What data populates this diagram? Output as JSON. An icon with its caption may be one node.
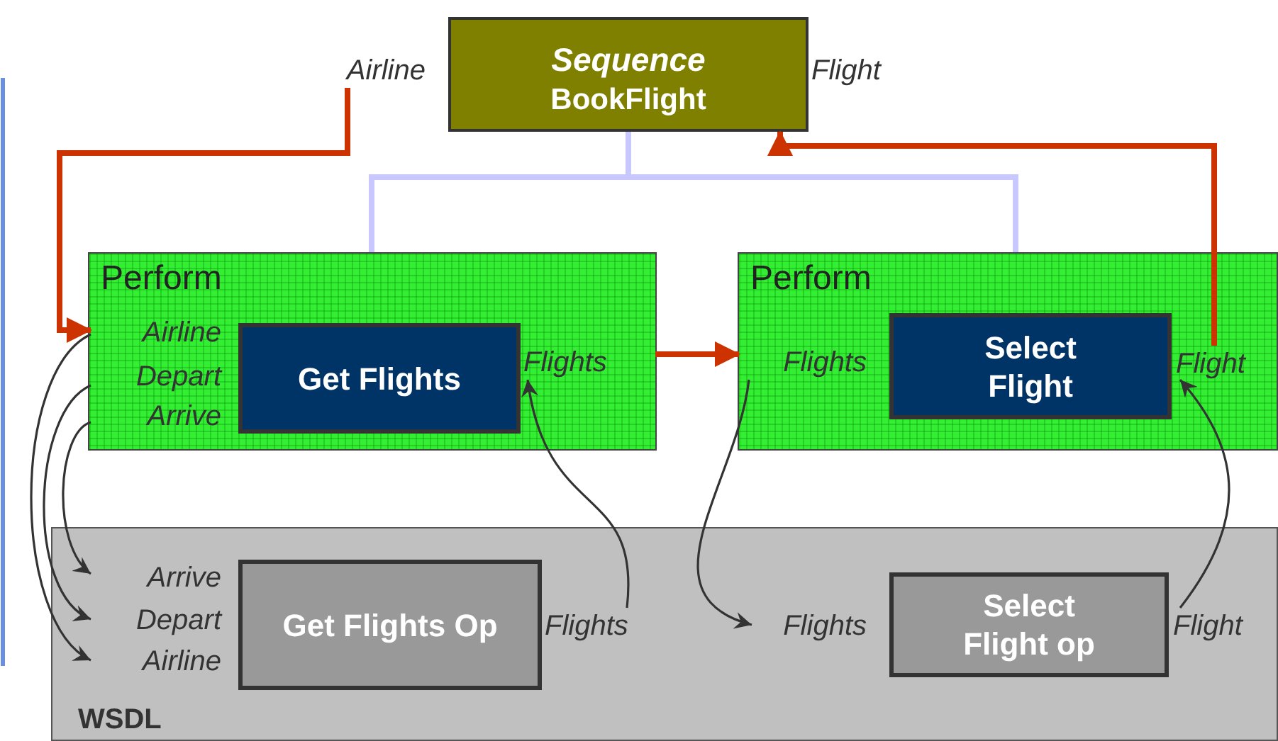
{
  "diagram": {
    "nodes": [
      {
        "text": [
          "Sequence",
          "BookFlight"
        ],
        "beside": [
          "Flight"
        ]
      },
      {
        "text": [
          "Airline"
        ]
      },
      {
        "text": [
          "Perform"
        ]
      },
      {
        "text": [
          "Airline"
        ],
        "in": 2
      },
      {
        "text": [
          "Depart"
        ],
        "in": 2
      },
      {
        "text": [
          "Arrive"
        ],
        "in": 2
      },
      {
        "text": [
          "Get Flights"
        ],
        "in": 2
      },
      {
        "text": [
          "Flights"
        ],
        "in": 2
      },
      {
        "text": [
          "Perform"
        ]
      },
      {
        "text": [
          "Flights"
        ],
        "in": 8
      },
      {
        "text": [
          "Select Flight"
        ],
        "in": 8
      },
      {
        "text": [
          "Flight"
        ],
        "in": 8
      },
      {
        "text": [
          "WSDL"
        ]
      },
      {
        "text": [
          "Arrive"
        ],
        "in": 12
      },
      {
        "text": [
          "Depart"
        ],
        "in": 12
      },
      {
        "text": [
          "Airline"
        ],
        "in": 12
      },
      {
        "text": [
          "Get Flights Op"
        ],
        "in": 12
      },
      {
        "text": [
          "Flights"
        ],
        "in": 12
      },
      {
        "text": [
          "Flights"
        ],
        "in": 12
      },
      {
        "text": [
          "Select Flight op"
        ],
        "in": 12
      },
      {
        "text": [
          "Flight"
        ],
        "in": 12
      }
    ],
    "edges": [
      {
        "from": 0,
        "to": 2,
        "arrow": "none",
        "style": "thick",
        "color": "#c8c8ff"
      },
      {
        "from": 0,
        "to": 8,
        "arrow": "none",
        "style": "thick",
        "color": "#c8c8ff"
      },
      {
        "from": 1,
        "to": 3,
        "arrow": "to",
        "style": "thick",
        "color": "#cc3300"
      },
      {
        "from": 7,
        "to": 9,
        "arrow": "to",
        "style": "thick",
        "color": "#cc3300"
      },
      {
        "from": 11,
        "to": 0,
        "arrow": "to",
        "style": "thick",
        "color": "#cc3300"
      },
      {
        "from": 3,
        "to": 15,
        "arrow": "to"
      },
      {
        "from": 4,
        "to": 14,
        "arrow": "to"
      },
      {
        "from": 5,
        "to": 13,
        "arrow": "to"
      },
      {
        "from": 17,
        "to": 7,
        "arrow": "to"
      },
      {
        "from": 9,
        "to": 18,
        "arrow": "to"
      },
      {
        "from": 20,
        "to": 11,
        "arrow": "to"
      }
    ]
  }
}
